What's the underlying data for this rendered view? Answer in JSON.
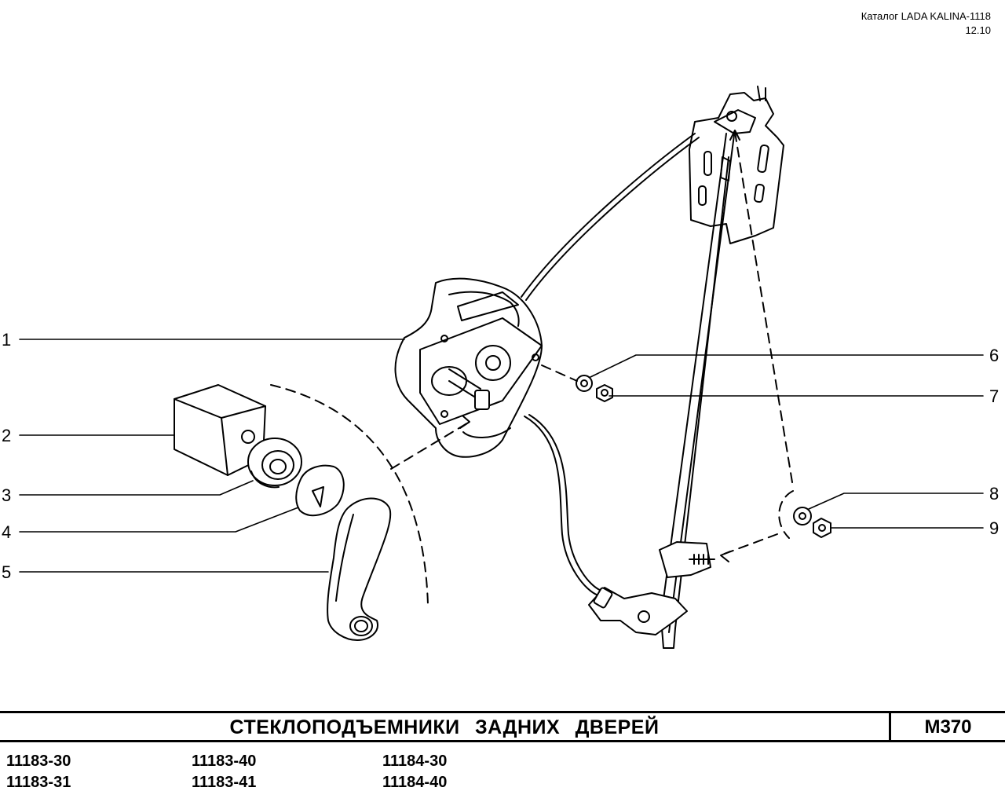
{
  "header": {
    "catalog": "Каталог LADA KALINA-1118",
    "date": "12.10"
  },
  "callouts": [
    "1",
    "2",
    "3",
    "4",
    "5",
    "6",
    "7",
    "8",
    "9"
  ],
  "title_block": {
    "title": "СТЕКЛОПОДЪЕМНИКИ ЗАДНИХ ДВЕРЕЙ",
    "page_code": "M370"
  },
  "models": [
    [
      "11183-30",
      "11183-40",
      "11184-30"
    ],
    [
      "11183-31",
      "11183-41",
      "11184-40"
    ]
  ]
}
